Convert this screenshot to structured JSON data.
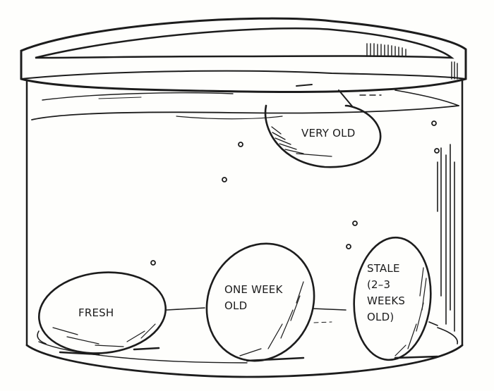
{
  "diagram": {
    "subject": "Egg freshness float test in a jar of water",
    "colors": {
      "background": "#fefefc",
      "ink": "#1c1c1c"
    },
    "eggs": [
      {
        "id": "fresh",
        "label": "FRESH",
        "position": "lying flat on bottom"
      },
      {
        "id": "one-week",
        "label": "ONE WEEK\nOLD",
        "position": "tilted on bottom"
      },
      {
        "id": "stale",
        "label": "STALE\n(2–3\nWEEKS\nOLD)",
        "position": "standing upright on bottom"
      },
      {
        "id": "very-old",
        "label": "VERY OLD",
        "position": "floating at surface"
      }
    ]
  }
}
